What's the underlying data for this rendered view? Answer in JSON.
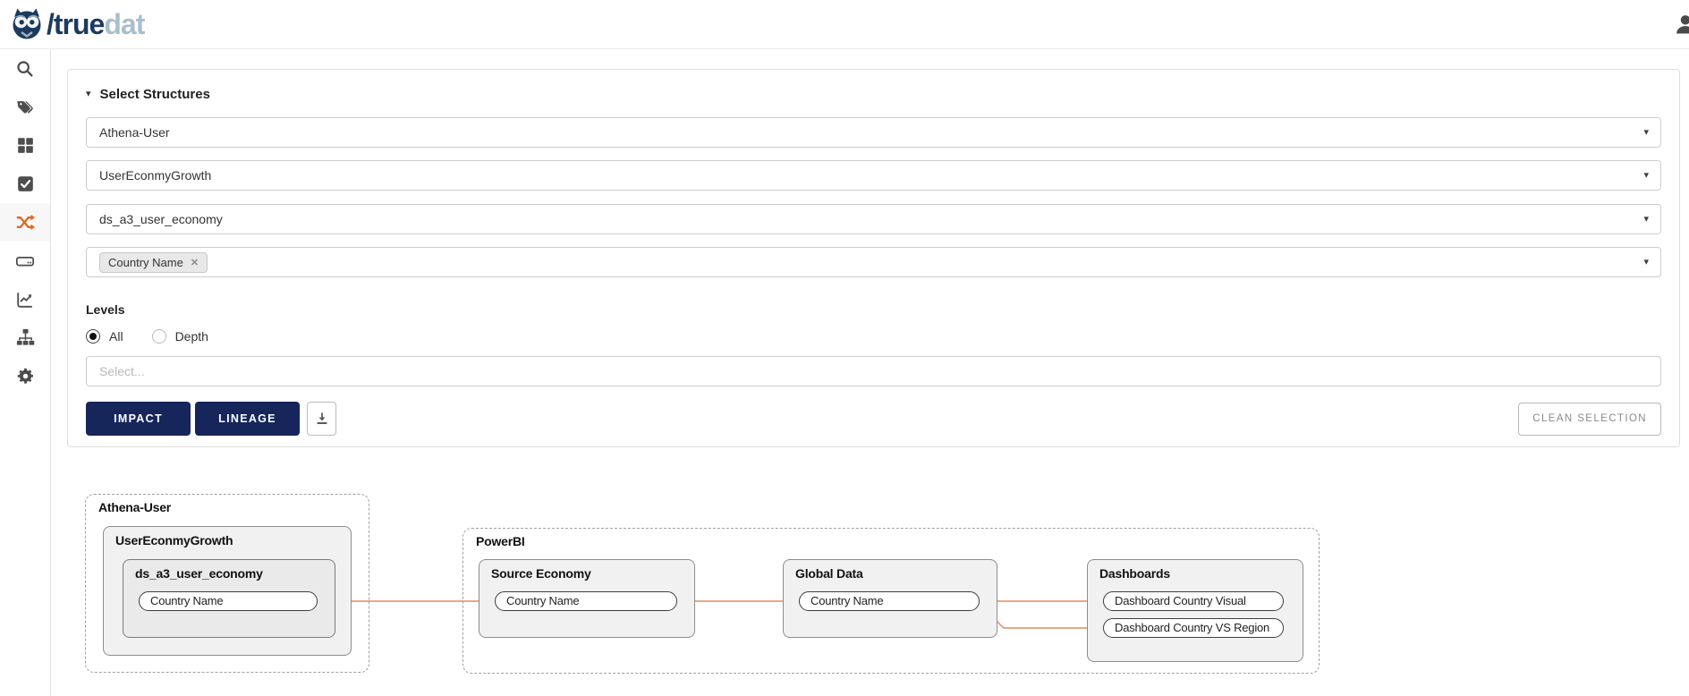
{
  "header": {
    "logo_slash_true": "/true",
    "logo_dat": "dat"
  },
  "icons": {
    "collapse_caret": "▾",
    "dropdown_caret": "▾",
    "tag_remove": "✕",
    "sidebar_items": [
      "search-icon",
      "tags-icon",
      "grid-icon",
      "tasks-check-icon",
      "shuffle-lineage-icon",
      "drive-icon",
      "chart-trend-icon",
      "sitemap-icon",
      "gear-icon"
    ]
  },
  "filters": {
    "section_title": "Select Structures",
    "dropdown_1_value": "Athena-User",
    "dropdown_2_value": "UserEconmyGrowth",
    "dropdown_3_value": "ds_a3_user_economy",
    "dropdown_4_tag": "Country Name",
    "levels_label": "Levels",
    "radio_all_label": "All",
    "radio_depth_label": "Depth",
    "levels_select_placeholder": "Select...",
    "impact_button": "IMPACT",
    "lineage_button": "LINEAGE",
    "clean_selection_button": "CLEAN SELECTION"
  },
  "diagram": {
    "group_athena_label": "Athena-User",
    "system_ueg_label": "UserEconmyGrowth",
    "table_ds_label": "ds_a3_user_economy",
    "field_ds_country": "Country Name",
    "group_powerbi_label": "PowerBI",
    "table_source_label": "Source Economy",
    "field_source_country": "Country Name",
    "table_global_label": "Global Data",
    "field_global_country": "Country Name",
    "table_dashboards_label": "Dashboards",
    "field_dashboard_visual": "Dashboard Country Visual",
    "field_dashboard_region": "Dashboard Country VS Region"
  },
  "colors": {
    "accent_orange": "#E2661F",
    "button_navy": "#16265B",
    "edge_line": "#E59B74",
    "edge_arrow": "#E2551C",
    "logo_navy": "#1C3A5E",
    "logo_gray": "#A9BECD"
  }
}
